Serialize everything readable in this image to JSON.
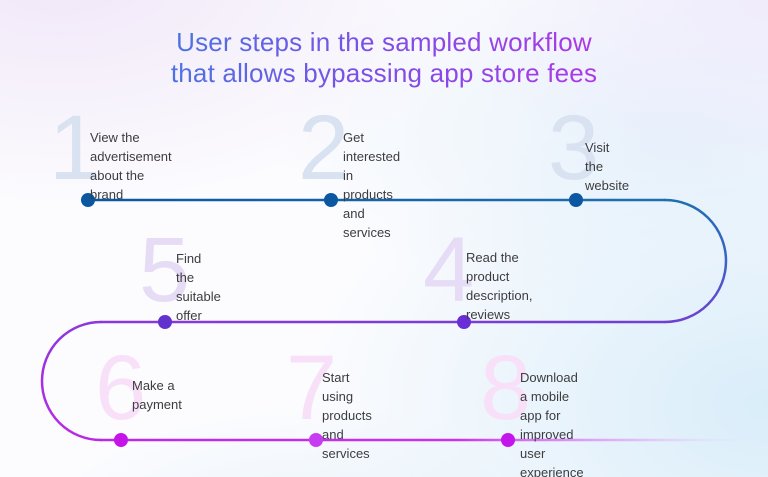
{
  "title": {
    "line1": "User steps in the sampled workflow",
    "line2": "that allows bypassing app store fees"
  },
  "steps": [
    {
      "num": "1",
      "label": "View the advertisement\nabout the brand",
      "dot_color": "#0b57a1"
    },
    {
      "num": "2",
      "label": "Get interested in\nproducts and services",
      "dot_color": "#0b57a1"
    },
    {
      "num": "3",
      "label": "Visit the website",
      "dot_color": "#0b57a1"
    },
    {
      "num": "4",
      "label": "Read the product\ndescription, reviews",
      "dot_color": "#6a2ed6"
    },
    {
      "num": "5",
      "label": "Find the suitable offer",
      "dot_color": "#6331ce"
    },
    {
      "num": "6",
      "label": "Make a payment",
      "dot_color": "#c414ea"
    },
    {
      "num": "7",
      "label": "Start using products\nand services",
      "dot_color": "#c73bf2"
    },
    {
      "num": "8",
      "label": "Download a mobile app for\nimproved user experience",
      "dot_color": "#c416ec"
    }
  ],
  "colors": {
    "title_start": "#3f7de2",
    "title_mid": "#7b4fe6",
    "title_end": "#b137e8",
    "step_text": "#3d3d40",
    "num_blue": "#d8e2f0",
    "num_purple": "#e6dcf5",
    "num_pink": "#f8e1f8",
    "line_blue_start": "#0b58a2",
    "line_blue_end": "#1f6fb0",
    "line_curve_mid": "#3b62c8",
    "line_purple_start": "#7040d2",
    "line_purple_end": "#8d36dd",
    "line_magenta_start": "#ba2ae6",
    "line_magenta_mid": "#ca30ef"
  }
}
